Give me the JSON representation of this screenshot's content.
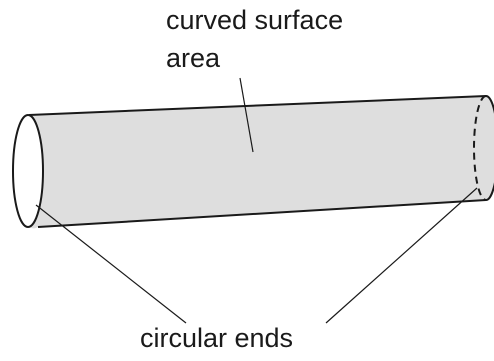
{
  "labels": {
    "curved_surface_line1": "curved surface",
    "curved_surface_line2": "area",
    "circular_ends": "circular ends"
  },
  "colors": {
    "cylinder_fill": "#dedede",
    "outline": "#1a1a1a",
    "background": "#ffffff"
  }
}
